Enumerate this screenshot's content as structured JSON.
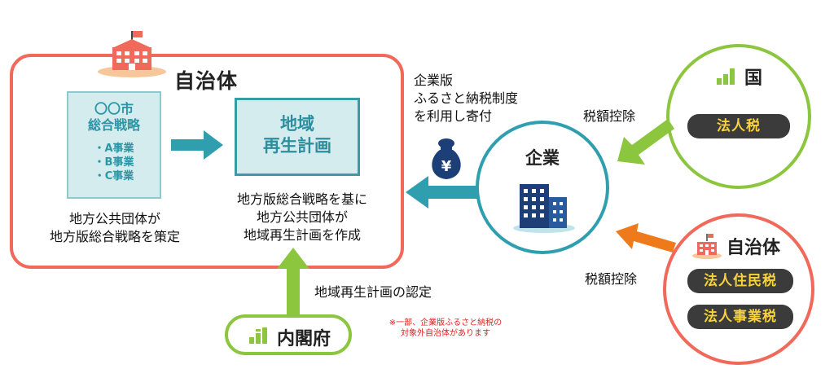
{
  "municipality_box": {
    "title": "自治体",
    "strategy_doc": {
      "city": "〇〇市",
      "title": "総合戦略",
      "items": [
        "・A事業",
        "・B事業",
        "・C事業"
      ]
    },
    "strategy_caption": [
      "地方公共団体が",
      "地方版総合戦略を策定"
    ],
    "plan_doc": {
      "lines": [
        "地域",
        "再生計画"
      ]
    },
    "plan_caption": [
      "地方版総合戦略を基に",
      "地方公共団体が",
      "地域再生計画を作成"
    ]
  },
  "cabinet": {
    "name": "内閣府",
    "approval_label": "地域再生計画の認定",
    "note": [
      "※一部、企業版ふるさと納税の",
      "対象外自治体があります"
    ]
  },
  "donation_label": [
    "企業版",
    "ふるさと納税制度",
    "を利用し寄付"
  ],
  "company": {
    "name": "企業"
  },
  "country": {
    "name": "国",
    "deduction_label": "税額控除",
    "taxes": [
      "法人税"
    ]
  },
  "local_gov": {
    "name": "自治体",
    "deduction_label": "税額控除",
    "taxes": [
      "法人住民税",
      "法人事業税"
    ]
  },
  "colors": {
    "municipality_border": "#f0695a",
    "green": "#8cc63f",
    "teal": "#2f9fb0",
    "orange": "#ee7a1c",
    "navy": "#1d3f78",
    "tax_text": "#f7d23b"
  },
  "icons": [
    "municipal-building-icon",
    "money-bag-icon",
    "office-building-icon",
    "government-bars-icon"
  ]
}
